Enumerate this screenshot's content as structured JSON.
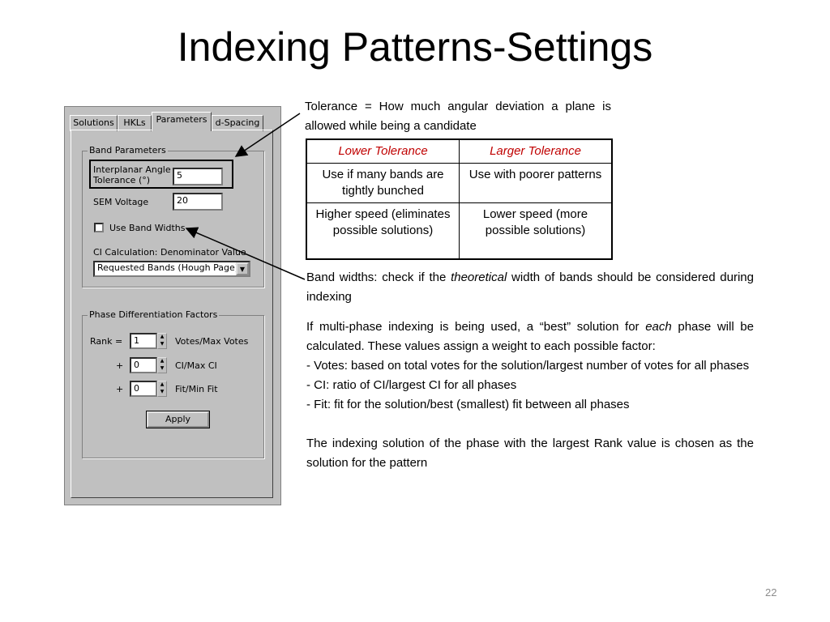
{
  "slide": {
    "title": "Indexing Patterns-Settings",
    "number": "22"
  },
  "dialog": {
    "tabs": [
      {
        "label": "Solutions",
        "active": false
      },
      {
        "label": "HKLs",
        "active": false
      },
      {
        "label": "Parameters",
        "active": true
      },
      {
        "label": "d-Spacing",
        "active": false
      }
    ],
    "band_parameters": {
      "legend": "Band Parameters",
      "interplanar_angle_label": "Interplanar Angle\nTolerance (°)",
      "interplanar_angle_value": "5",
      "sem_voltage_label": "SEM Voltage",
      "sem_voltage_value": "20",
      "use_band_widths_label": "Use Band Widths",
      "use_band_widths_checked": false,
      "ci_calc_label": "CI Calculation: Denominator Value",
      "ci_calc_selected": "Requested Bands (Hough Page)"
    },
    "phase_factors": {
      "legend": "Phase Differentiation Factors",
      "rank_label": "Rank =",
      "rank_value": "1",
      "votes_label": "Votes/Max Votes",
      "plus1": "+",
      "ci_value": "0",
      "ci_label": "CI/Max CI",
      "plus2": "+",
      "fit_value": "0",
      "fit_label": "Fit/Min Fit"
    },
    "apply_label": "Apply"
  },
  "tolerance_note": "Tolerance = How much angular deviation a plane is allowed while being a candidate",
  "tolerance_table": {
    "headers": [
      "Lower Tolerance",
      "Larger Tolerance"
    ],
    "rows": [
      [
        "Use if many bands are tightly bunched",
        "Use with poorer patterns"
      ],
      [
        "Higher speed (eliminates possible solutions)",
        "Lower speed (more possible solutions)"
      ]
    ],
    "header_color": "#c00000"
  },
  "band_widths_note": {
    "before": "Band widths: check if the ",
    "emphasis": "theoretical",
    "after": " width of bands should be considered during indexing"
  },
  "multiphase_note": {
    "intro_before": "If multi-phase indexing is being used, a “best” solution for ",
    "intro_emphasis": "each",
    "intro_after": " phase will be calculated. These values assign a weight to each possible factor:",
    "bullets": [
      "- Votes: based on total votes for the solution/largest number of votes for all phases",
      "- CI: ratio of CI/largest CI for all phases",
      "- Fit: fit for the solution/best (smallest) fit between all phases"
    ],
    "conclusion": "The indexing solution of the phase with the largest Rank value is chosen as the solution for the pattern"
  }
}
